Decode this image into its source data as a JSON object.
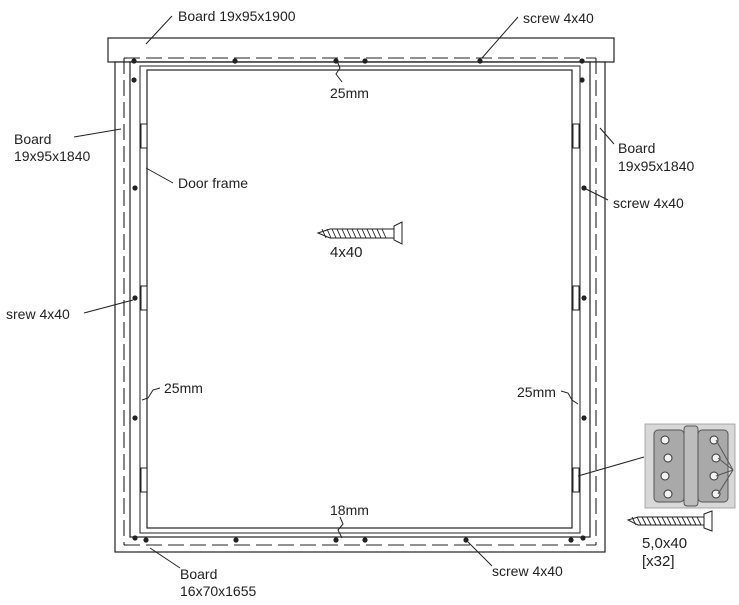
{
  "labels": {
    "top_board": "Board 19x95x1900",
    "top_screw": "screw 4x40",
    "top_gap": "25mm",
    "left_board_line1": "Board",
    "left_board_line2": "19x95x1840",
    "right_board_line1": "Board",
    "right_board_line2": "19x95x1840",
    "door_frame": "Door frame",
    "right_screw": "screw 4x40",
    "center_screw": "4x40",
    "left_screw": "srew 4x40",
    "left_gap": "25mm",
    "right_gap": "25mm",
    "bottom_gap": "18mm",
    "bottom_board_line1": "Board",
    "bottom_board_line2": "16x70x1655",
    "bottom_screw": "screw 4x40",
    "hinge_screw": "5,0x40",
    "hinge_count": "[x32]"
  },
  "colors": {
    "line": "#222222",
    "hinge_bg": "#c9c9c9",
    "hinge_metal": "#9a9a9a"
  }
}
